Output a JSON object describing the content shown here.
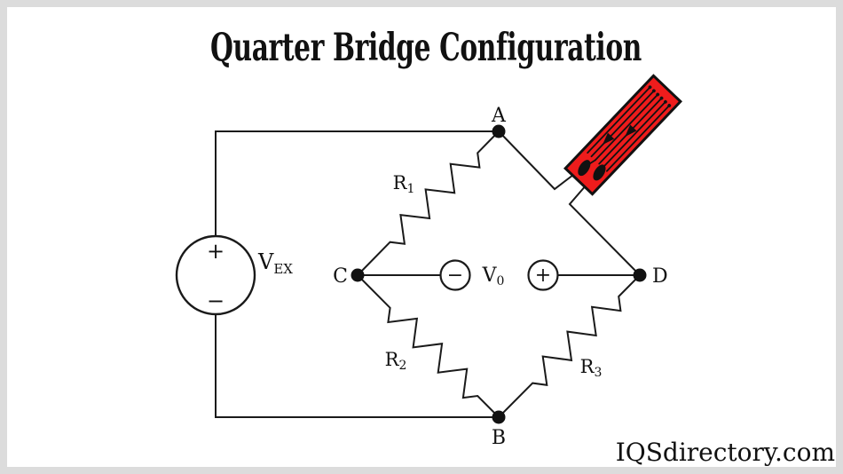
{
  "title": "Quarter Bridge Configuration",
  "watermark": "IQSdirectory.com",
  "colors": {
    "frame": "#dcdcdc",
    "canvas": "#ffffff",
    "line": "#1a1a1a",
    "gauge_red": "#ee1c1c"
  },
  "voltage_source": {
    "label": "V",
    "label_sub": "EX",
    "plus": "+",
    "minus": "−"
  },
  "nodes": {
    "top": "A",
    "bottom": "B",
    "left": "C",
    "right": "D"
  },
  "resistors": {
    "r1": {
      "label": "R",
      "sub": "1"
    },
    "r2": {
      "label": "R",
      "sub": "2"
    },
    "r3": {
      "label": "R",
      "sub": "3"
    }
  },
  "output": {
    "label": "V",
    "sub": "0",
    "minus": "−",
    "plus": "+"
  }
}
